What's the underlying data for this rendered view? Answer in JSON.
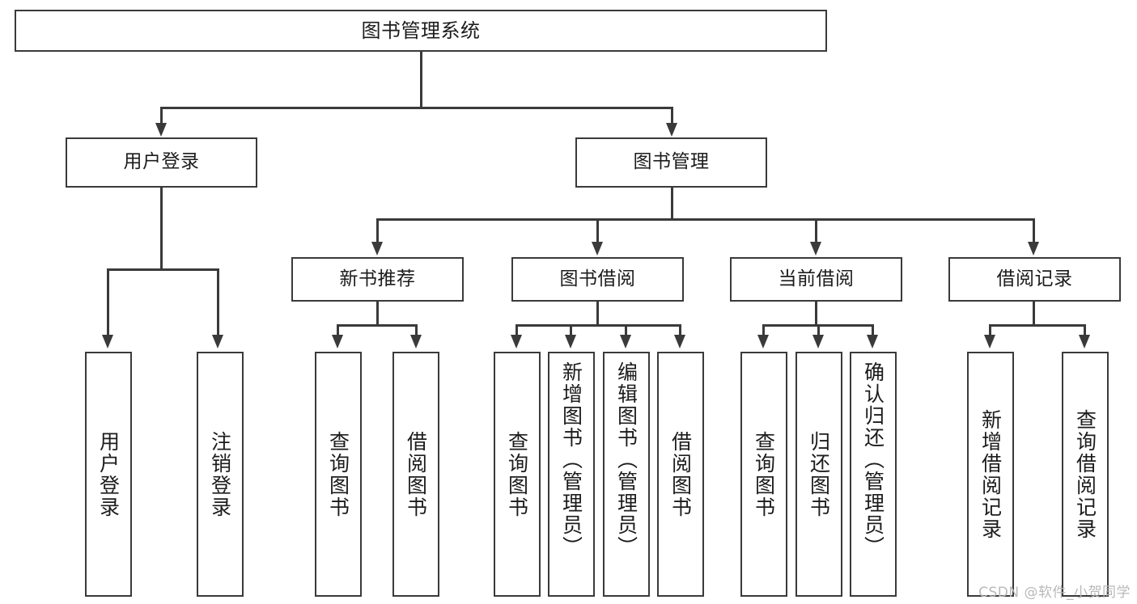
{
  "diagram": {
    "type": "tree-hierarchy",
    "title": "图书管理系统",
    "root": {
      "label": "图书管理系统"
    },
    "level2": [
      {
        "label": "用户登录"
      },
      {
        "label": "图书管理"
      }
    ],
    "level3": [
      {
        "label": "新书推荐"
      },
      {
        "label": "图书借阅"
      },
      {
        "label": "当前借阅"
      },
      {
        "label": "借阅记录"
      }
    ],
    "leaves": {
      "user_login": [
        {
          "label": "用户登录"
        },
        {
          "label": "注销登录"
        }
      ],
      "new_book_recommend": [
        {
          "label": "查询图书"
        },
        {
          "label": "借阅图书"
        }
      ],
      "book_borrow": [
        {
          "label": "查询图书"
        },
        {
          "label": "新增图书（管理员）"
        },
        {
          "label": "编辑图书（管理员）"
        },
        {
          "label": "借阅图书"
        }
      ],
      "current_borrow": [
        {
          "label": "查询图书"
        },
        {
          "label": "归还图书"
        },
        {
          "label": "确认归还（管理员）"
        }
      ],
      "borrow_record": [
        {
          "label": "新增借阅记录"
        },
        {
          "label": "查询借阅记录"
        }
      ]
    }
  },
  "watermark": {
    "text": "CSDN @软件_小贺同学"
  },
  "colors": {
    "stroke": "#3a3a3a",
    "fill": "#ffffff",
    "text": "#1c1c1c",
    "watermark": "#b9b9b9"
  }
}
